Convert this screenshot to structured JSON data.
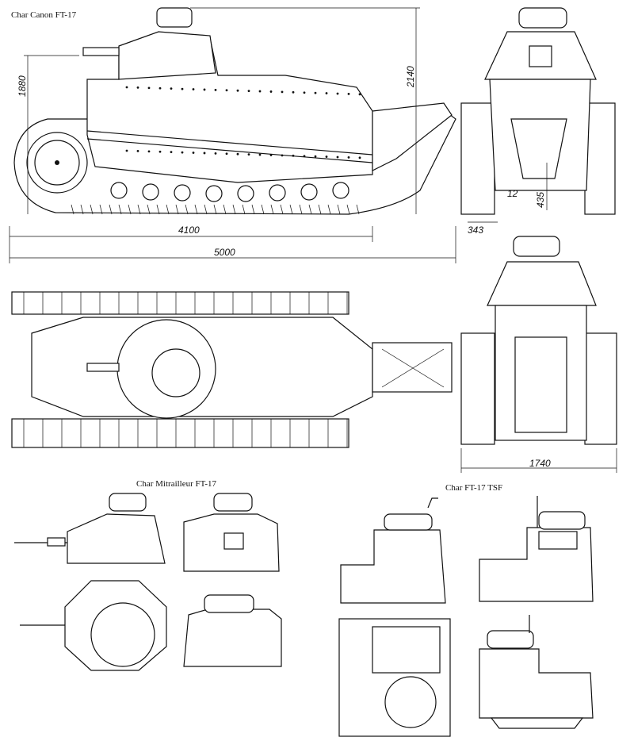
{
  "labels": {
    "cannon_title": "Char Canon FT-17",
    "mitrailleur_title": "Char Mitrailleur FT-17",
    "tsf_title": "Char FT-17 TSF"
  },
  "dimensions": {
    "length_tracks": "4100",
    "length_total": "5000",
    "height_total": "2140",
    "height_hull": "1880",
    "track_width": "343",
    "ground_clearance": "435",
    "track_link": "12",
    "width_total": "1740"
  },
  "colors": {
    "ink": "#111111",
    "paper": "#ffffff"
  }
}
